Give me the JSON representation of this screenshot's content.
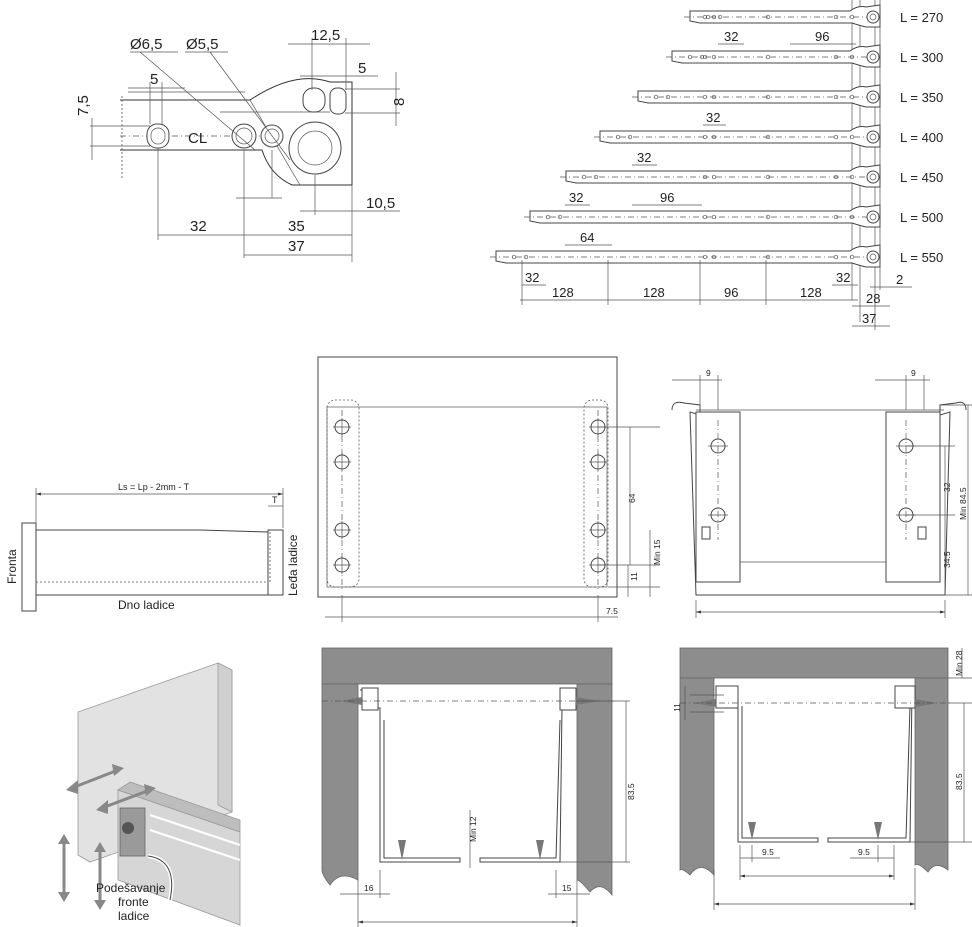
{
  "top_left": {
    "diameters": [
      "Ø6,5",
      "Ø5,5"
    ],
    "dims": {
      "d12_5": "12,5",
      "d5a": "5",
      "d5b": "5",
      "d7_5": "7,5",
      "d8": "8",
      "d10_5": "10,5",
      "d32": "32",
      "d35": "35",
      "d37": "37"
    },
    "centerline": "CL"
  },
  "rails": {
    "lengths": [
      "L = 270",
      "L = 300",
      "L = 350",
      "L = 400",
      "L = 450",
      "L = 500",
      "L = 550"
    ],
    "inner_dims": {
      "a32": "32",
      "a96": "96",
      "b32": "32",
      "c32": "32",
      "d32": "32",
      "d96": "96",
      "e64": "64",
      "f32": "32"
    },
    "bottom_dims": [
      "128",
      "128",
      "96",
      "128"
    ],
    "right_dims": {
      "d2": "2",
      "d28": "28",
      "d37": "37"
    }
  },
  "side_view": {
    "formula": "Ls = Lp - 2mm - T",
    "t_label": "T",
    "front_label": "Fronta",
    "back_label": "Leđa ladice",
    "bottom_label": "Dno ladice"
  },
  "front_view": {
    "dim64": "64",
    "min15": "Min 15",
    "dim11": "11",
    "dim7_5": "7.5"
  },
  "end_view": {
    "dim9a": "9",
    "dim9b": "9",
    "dim32": "32",
    "dim34_5": "34.5",
    "min84_5": "Min 84.5"
  },
  "iso": {
    "caption": [
      "Podešavanje",
      "fronte",
      "ladice"
    ]
  },
  "section1": {
    "min12": "Min 12",
    "dim83_5": "83.5",
    "dim16": "16",
    "dim15": "15"
  },
  "section2": {
    "min28": "Min 28",
    "dim11": "11",
    "dim83_5": "83.5",
    "dim9_5a": "9.5",
    "dim9_5b": "9.5"
  }
}
